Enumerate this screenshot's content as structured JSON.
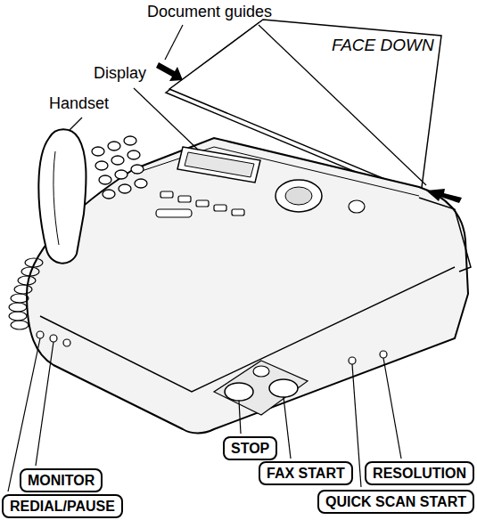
{
  "diagram": {
    "nodes": [
      {
        "text": [
          "STOP"
        ]
      },
      {
        "text": [
          "FAX START"
        ]
      },
      {
        "text": [
          "RESOLUTION"
        ]
      },
      {
        "text": [
          "MONITOR"
        ]
      },
      {
        "text": [
          "QUICK SCAN START"
        ]
      },
      {
        "text": [
          "REDIAL/PAUSE"
        ]
      }
    ],
    "labels": [
      "Document guides",
      "Display",
      "Handset",
      "FACE DOWN"
    ]
  }
}
